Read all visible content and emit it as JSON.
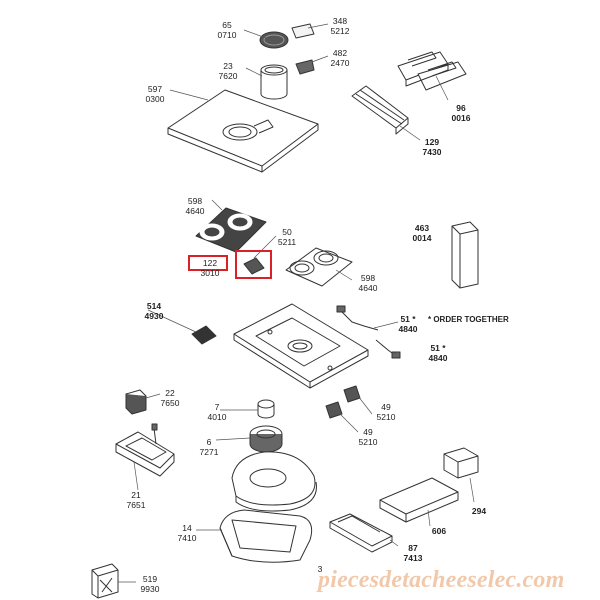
{
  "note": "* ORDER TOGETHER",
  "watermark": "piecesdetacheeselec.com",
  "colors": {
    "highlight": "#d92128",
    "line": "#333333",
    "watermark": "#f2c8aa"
  },
  "labels": {
    "p65": [
      "65",
      "0710"
    ],
    "p348": [
      "348",
      "5212"
    ],
    "p482": [
      "482",
      "2470"
    ],
    "p23": [
      "23",
      "7620"
    ],
    "p597": [
      "597",
      "0300"
    ],
    "p96": [
      "96",
      "0016"
    ],
    "p129": [
      "129",
      "7430"
    ],
    "p598a": [
      "598",
      "4640"
    ],
    "p50": [
      "50",
      "5211"
    ],
    "p122": [
      "122",
      "3010"
    ],
    "p598b": [
      "598",
      "4640"
    ],
    "p463": [
      "463",
      "0014"
    ],
    "p514": [
      "514",
      "4930"
    ],
    "p51a": [
      "51 *",
      "4840"
    ],
    "p51b": [
      "51 *",
      "4840"
    ],
    "p22": [
      "22",
      "7650"
    ],
    "p7": [
      "7",
      "4010"
    ],
    "p49a": [
      "49",
      "5210"
    ],
    "p49b": [
      "49",
      "5210"
    ],
    "p6": [
      "6",
      "7271"
    ],
    "p21": [
      "21",
      "7651"
    ],
    "p294": [
      "294"
    ],
    "p606": [
      "606"
    ],
    "p14": [
      "14",
      "7410"
    ],
    "p87": [
      "87",
      "7413"
    ],
    "p3": [
      "3"
    ],
    "p519": [
      "519",
      "9930"
    ]
  }
}
